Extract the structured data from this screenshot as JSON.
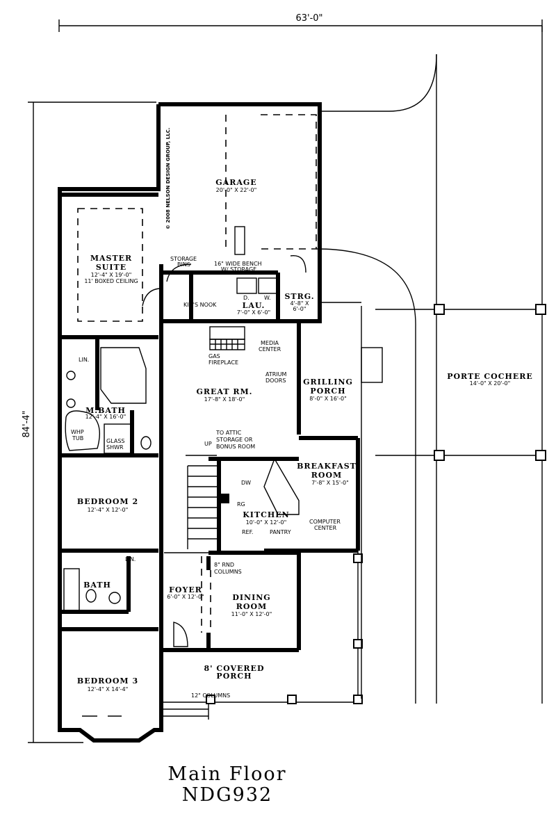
{
  "dimensions": {
    "width": "63'-0\"",
    "depth": "84'-4\""
  },
  "copyright": "© 2008 NELSON DESIGN GROUP, LLC.",
  "rooms": {
    "garage": {
      "name": "GARAGE",
      "size": "20'-0\" X 22'-0\""
    },
    "master": {
      "name1": "MASTER",
      "name2": "SUITE",
      "size": "12'-4\" X 19'-0\"",
      "note": "11' BOXED CEILING"
    },
    "mbath": {
      "name": "M.BATH",
      "size": "12'-4\" X 16'-0\""
    },
    "bed2": {
      "name": "BEDROOM 2",
      "size": "12'-4\" X 12'-0\""
    },
    "bath": {
      "name": "BATH"
    },
    "bed3": {
      "name": "BEDROOM 3",
      "size": "12'-4\" X 14'-4\""
    },
    "great": {
      "name": "GREAT RM.",
      "size": "17'-8\" X 18'-0\""
    },
    "grill": {
      "name1": "GRILLING",
      "name2": "PORCH",
      "size": "8'-0\" X 16'-0\""
    },
    "breakfast": {
      "name1": "BREAKFAST",
      "name2": "ROOM",
      "size": "7'-8\" X 15'-0\""
    },
    "kitchen": {
      "name": "KITCHEN",
      "size": "10'-0\" X 12'-0\""
    },
    "foyer": {
      "name": "FOYER",
      "size": "6'-0\" X 12'-0\""
    },
    "dining": {
      "name1": "DINING",
      "name2": "ROOM",
      "size": "11'-0\" X 12'-0\""
    },
    "porch": {
      "name1": "8' COVERED",
      "name2": "PORCH"
    },
    "lau": {
      "name": "LAU.",
      "size": "7'-0\" X 6'-0\""
    },
    "strg": {
      "name": "STRG.",
      "size1": "4'-8\" X",
      "size2": "6'-0\""
    },
    "porte": {
      "name": "PORTE COCHERE",
      "size": "14'-0\" X 20'-0\""
    }
  },
  "notes": {
    "storage_bins1": "STORAGE",
    "storage_bins2": "BINS",
    "bench1": "16\" WIDE BENCH",
    "bench2": "W/ STORAGE",
    "kids_nook": "KID'S NOOK",
    "dw_d": "D.",
    "dw_w": "W.",
    "media1": "MEDIA",
    "media2": "CENTER",
    "gas1": "GAS",
    "gas2": "FIREPLACE",
    "atrium1": "ATRIUM",
    "atrium2": "DOORS",
    "lin": "LIN.",
    "whp1": "WHP",
    "whp2": "TUB",
    "glass1": "GLASS",
    "glass2": "SHWR",
    "up": "UP",
    "attic1": "TO ATTIC",
    "attic2": "STORAGE OR",
    "attic3": "BONUS ROOM",
    "dw": "DW",
    "rg": "RG",
    "ref": "REF.",
    "pantry": "PANTRY",
    "comp1": "COMPUTER",
    "comp2": "CENTER",
    "rnd1": "8\" RND",
    "rnd2": "COLUMNS",
    "col12": "12\" COLUMNS",
    "lin2": "LIN."
  },
  "caption": {
    "line1": "Main Floor",
    "line2": "NDG932"
  }
}
